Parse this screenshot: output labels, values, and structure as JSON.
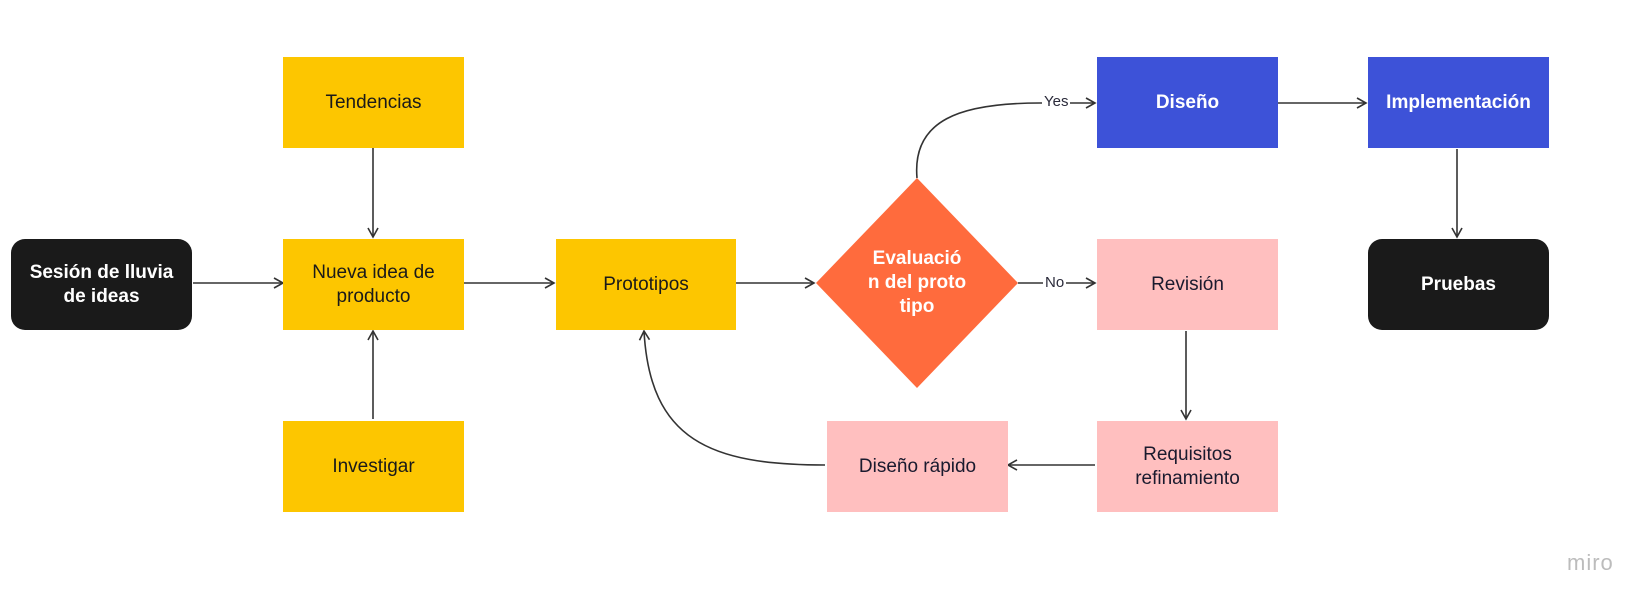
{
  "nodes": {
    "tendencias": "Tendencias",
    "nueva_idea": "Nueva idea de producto",
    "investigar": "Investigar",
    "sesion": "Sesión de lluvia de ideas",
    "prototipos": "Prototipos",
    "evaluacion": "Evaluación del prototipo",
    "diseno": "Diseño",
    "implementacion": "Implementación",
    "pruebas": "Pruebas",
    "revision": "Revisión",
    "requisitos": "Requisitos refinamiento",
    "diseno_rapido": "Diseño rápido"
  },
  "edge_labels": {
    "yes": "Yes",
    "no": "No"
  },
  "watermark": "miro",
  "colors": {
    "yellow": "#fdc600",
    "black": "#1a1a1a",
    "blue": "#3d52d8",
    "pink": "#ffbfbf",
    "orange": "#ff6b3d",
    "edge": "#333333"
  }
}
